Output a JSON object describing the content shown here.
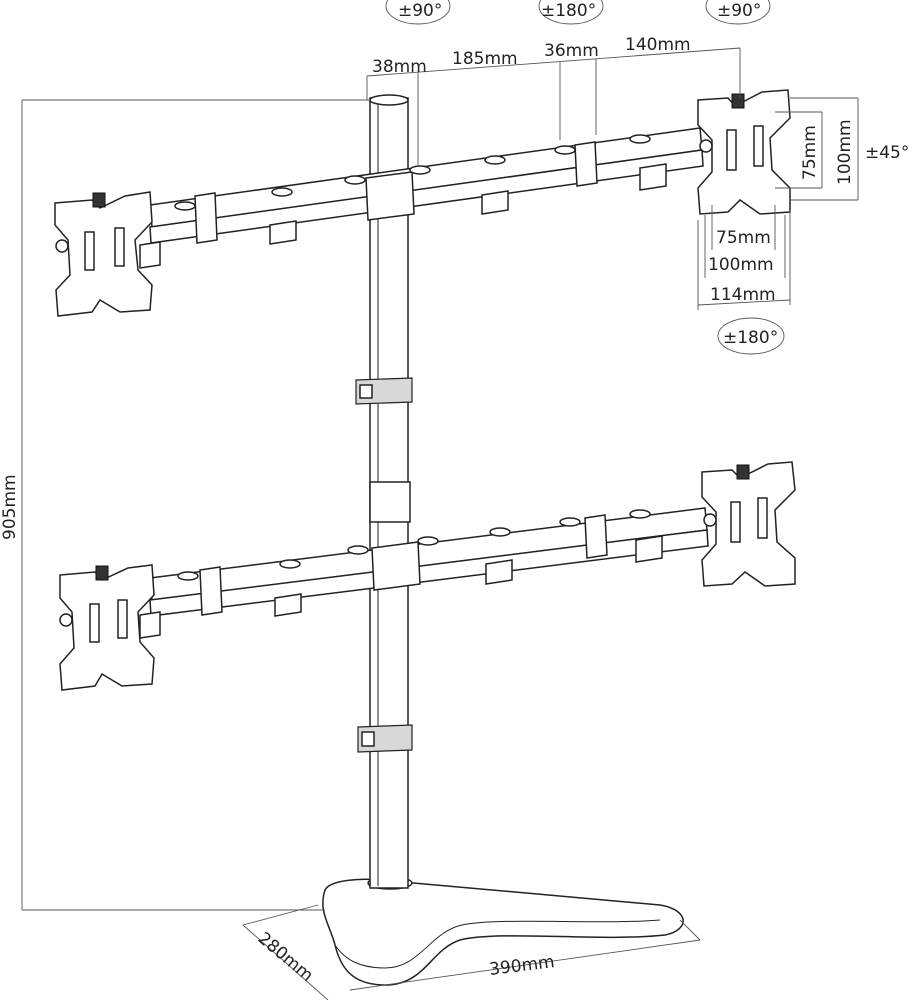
{
  "rotations": {
    "top_left_tilt": "±90°",
    "top_center_swivel": "±180°",
    "top_right_tilt": "±90°",
    "vesa_tilt": "±45°",
    "vesa_rotate": "±180°"
  },
  "arm_dimensions": {
    "seg1": "38mm",
    "seg2": "185mm",
    "seg3": "36mm",
    "seg4": "140mm"
  },
  "vesa_dimensions": {
    "height_75": "75mm",
    "height_100": "100mm",
    "width_75": "75mm",
    "width_100": "100mm",
    "width_114": "114mm"
  },
  "stand_dimensions": {
    "height": "905mm",
    "base_depth": "280mm",
    "base_width": "390mm"
  }
}
